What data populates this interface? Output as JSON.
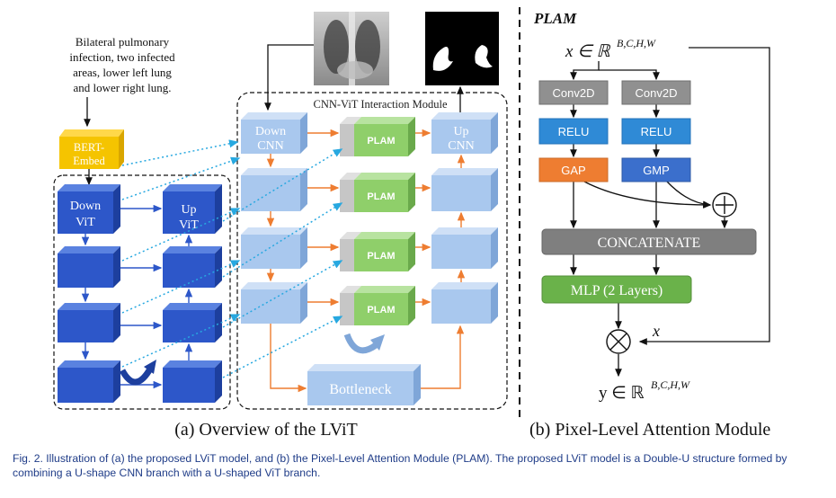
{
  "left_panel": {
    "annotation_lines": [
      "Bilateral pulmonary",
      "infection, two infected",
      "areas, lower left lung",
      "and lower right lung."
    ],
    "bert_line1": "BERT-",
    "bert_line2": "Embed",
    "vit_down_line1": "Down",
    "vit_down_line2": "ViT",
    "vit_up_line1": "Up",
    "vit_up_line2": "ViT",
    "module_title": "CNN-ViT Interaction Module",
    "cnn_down_line1": "Down",
    "cnn_down_line2": "CNN",
    "cnn_up_line1": "Up",
    "cnn_up_line2": "CNN",
    "plam_label": "PLAM",
    "bottleneck": "Bottleneck",
    "caption_a": "(a) Overview of the LViT"
  },
  "right_panel": {
    "title": "PLAM",
    "input_expr": "x ∈ ℝ",
    "input_sup": "B,C,H,W",
    "conv_left": "Conv2D",
    "conv_right": "Conv2D",
    "relu_left": "RELU",
    "relu_right": "RELU",
    "gap": "GAP",
    "gmp": "GMP",
    "plus": "+",
    "concat": "CONCATENATE",
    "mlp": "MLP (2 Layers)",
    "times": "×",
    "x_label": "x",
    "output_expr": "y ∈ ℝ",
    "output_sup": "B,C,H,W",
    "caption_b_prefix": "(b) ",
    "caption_b": "Pixel-Level Attention Module"
  },
  "caption": {
    "lead": "Fig. 2.   Illustration of ",
    "a": "(a)",
    "mid": " the proposed LViT model, and ",
    "b": "(b)",
    "rest": " the Pixel-Level Attention Module (PLAM). The proposed LViT model is a Double-U structure formed by combining a U-shape CNN branch with a U-shaped ViT branch."
  },
  "colors": {
    "vit_blue": "#2d57c9",
    "cnn_light_blue": "#a9c8ee",
    "plam_green": "#8fcf6a",
    "bert_yellow": "#f5c400",
    "arrow_orange": "#ee7d31",
    "dotted_blue": "#27a8e0",
    "gap_orange": "#ee7d31",
    "gmp_blue": "#3b6fcc",
    "concat_gray": "#7f7f7f",
    "mlp_green": "#6ab24a",
    "caption_blue": "#1f3c88"
  },
  "icons": [
    "chest-xray-image",
    "segmentation-mask-image",
    "curved-skip-arrow-icon",
    "plus-circle-icon",
    "times-circle-icon"
  ]
}
